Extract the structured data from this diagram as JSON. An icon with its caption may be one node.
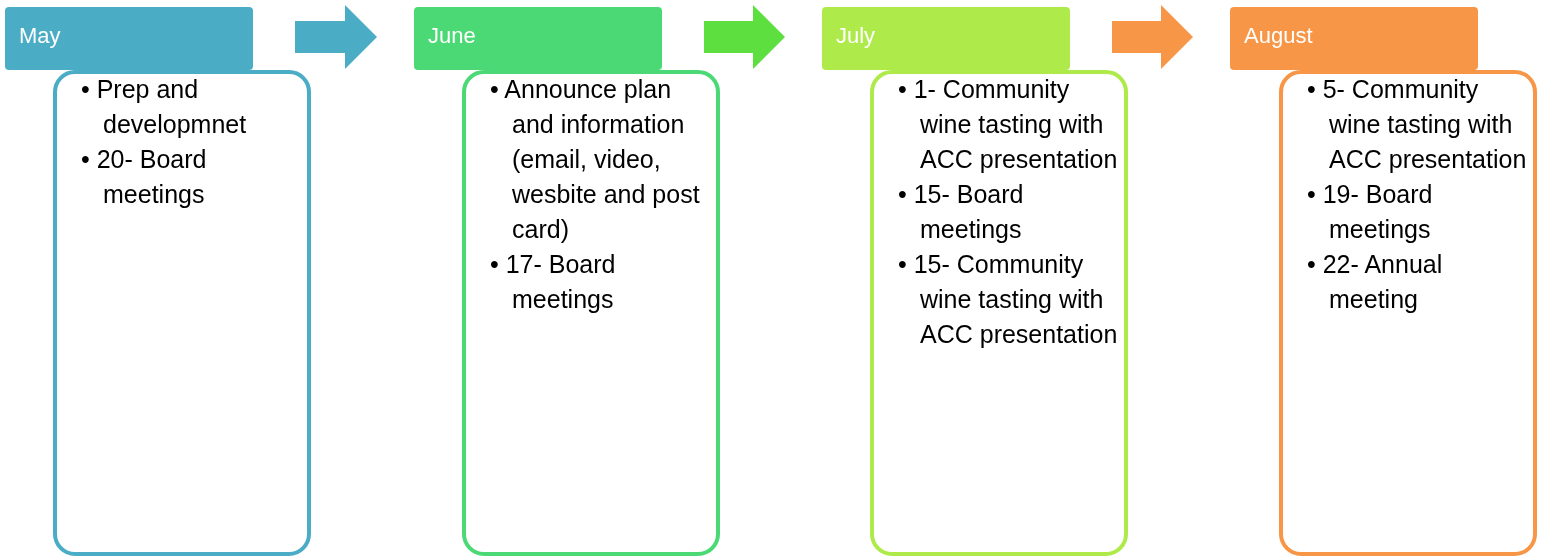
{
  "diagram": {
    "nodes": [
      {
        "text": [
          "May"
        ]
      },
      {
        "text": [
          "• Prep and developmnet",
          "• 20- Board meetings"
        ]
      },
      {
        "text": [
          "June"
        ]
      },
      {
        "text": [
          "• Announce plan and information (email, video, wesbite and post card)",
          "• 17- Board meetings"
        ]
      },
      {
        "text": [
          "July"
        ]
      },
      {
        "text": [
          "• 1- Community wine tasting with ACC presentation",
          "• 15- Board meetings",
          "• 15- Community wine tasting with ACC presentation"
        ]
      },
      {
        "text": [
          "August"
        ]
      },
      {
        "text": [
          "• 5- Community wine tasting with ACC presentation",
          "• 19- Board meetings",
          "• 22- Annual meeting"
        ]
      }
    ],
    "edges": [
      {
        "from": 0,
        "to": 2,
        "arrow": "to",
        "color": "#4bacc6"
      },
      {
        "from": 2,
        "to": 4,
        "arrow": "to",
        "color": "#5de03f"
      },
      {
        "from": 4,
        "to": 6,
        "arrow": "to",
        "color": "#f79646"
      }
    ]
  }
}
